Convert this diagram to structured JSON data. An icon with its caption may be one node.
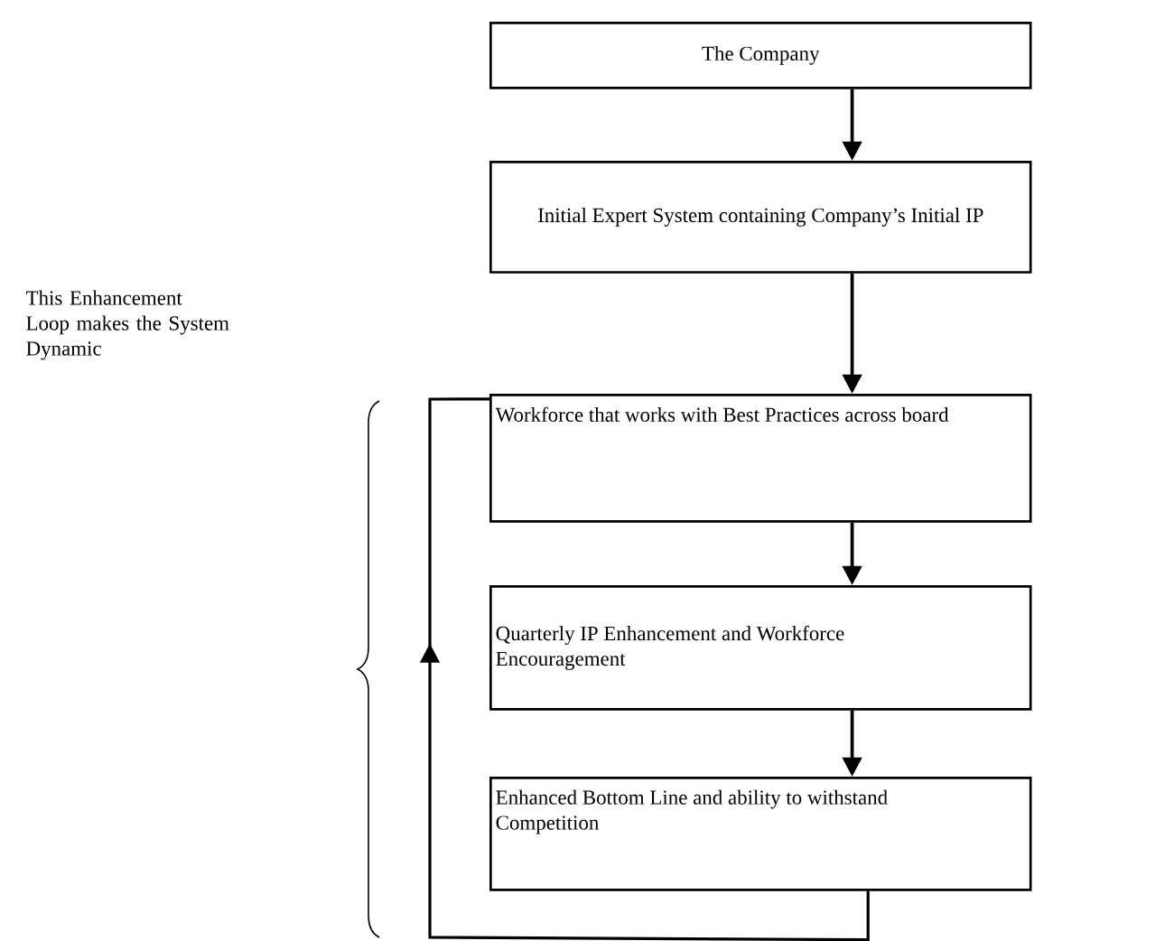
{
  "diagram": {
    "nodes": [
      {
        "text": [
          "The Company"
        ]
      },
      {
        "text": [
          "Initial Expert System containing Company’s Initial IP"
        ]
      },
      {
        "text": [
          "Workforce that works with Best Practices across board"
        ]
      },
      {
        "text": [
          "Quarterly IP Enhancement and Workforce Encouragement"
        ]
      },
      {
        "text": [
          "Enhanced Bottom Line and ability to withstand Competition"
        ]
      }
    ],
    "edges": [
      {
        "from": 0,
        "to": 1,
        "arrow": "to"
      },
      {
        "from": 1,
        "to": 2,
        "arrow": "to"
      },
      {
        "from": 2,
        "to": 3,
        "arrow": "to"
      },
      {
        "from": 3,
        "to": 4,
        "arrow": "to"
      },
      {
        "from": 4,
        "to": 2,
        "arrow": "to"
      }
    ],
    "labels": [
      "This Enhancement Loop makes the System Dynamic"
    ]
  }
}
